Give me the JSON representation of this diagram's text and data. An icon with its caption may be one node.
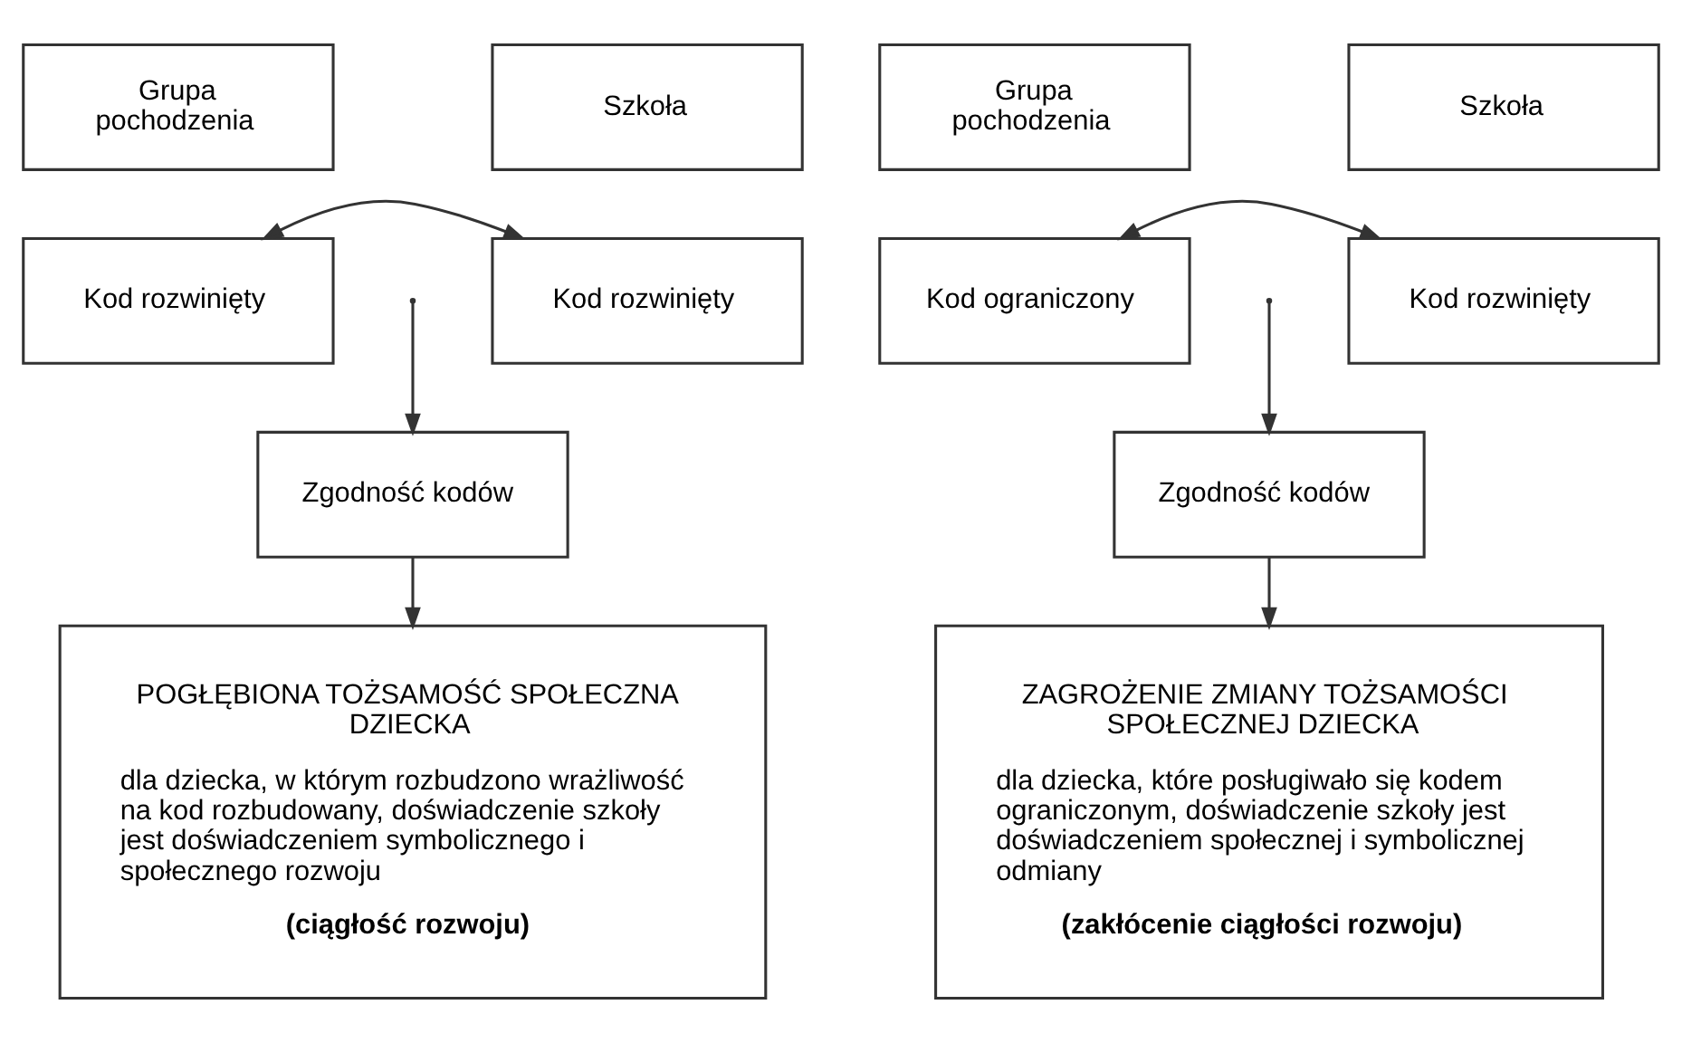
{
  "diagram": {
    "nodes": [
      {
        "text": [
          "Grupa pochodzenia"
        ]
      },
      {
        "text": [
          "Szkoła"
        ]
      },
      {
        "text": [
          "Kod rozwinięty"
        ]
      },
      {
        "text": [
          "Kod rozwinięty"
        ]
      },
      {
        "text": [
          "Zgodność kodów"
        ]
      },
      {
        "text": [
          "POGŁĘBIONA TOŻSAMOŚĆ SPOŁECZNA DZIECKA",
          "dla dziecka, w którym rozbudzono wrażliwość na kod rozbudowany, doświadczenie szkoły jest doświadczeniem symbolicznego i społecznego rozwoju",
          "(ciągłość rozwoju)"
        ]
      },
      {
        "text": [
          "Grupa pochodzenia"
        ]
      },
      {
        "text": [
          "Szkoła"
        ]
      },
      {
        "text": [
          "Kod ograniczony"
        ]
      },
      {
        "text": [
          "Kod rozwinięty"
        ]
      },
      {
        "text": [
          "Zgodność kodów"
        ]
      },
      {
        "text": [
          "ZAGROŻENIE ZMIANY TOŻSAMOŚCI SPOŁECZNEJ DZIECKA",
          "dla dziecka, które posługiwało się kodem ograniczonym, doświadczenie szkoły jest doświadczeniem społecznej i symbolicznej odmiany",
          "(zakłócenie ciągłości rozwoju)"
        ]
      }
    ],
    "edges": [
      {
        "from": 2,
        "to": 3,
        "arrow": "both"
      },
      {
        "from": null,
        "to": 4,
        "arrow": "to"
      },
      {
        "from": 4,
        "to": 5,
        "arrow": "to"
      },
      {
        "from": 8,
        "to": 9,
        "arrow": "both"
      },
      {
        "from": null,
        "to": 10,
        "arrow": "to"
      },
      {
        "from": 10,
        "to": 11,
        "arrow": "to"
      }
    ]
  }
}
